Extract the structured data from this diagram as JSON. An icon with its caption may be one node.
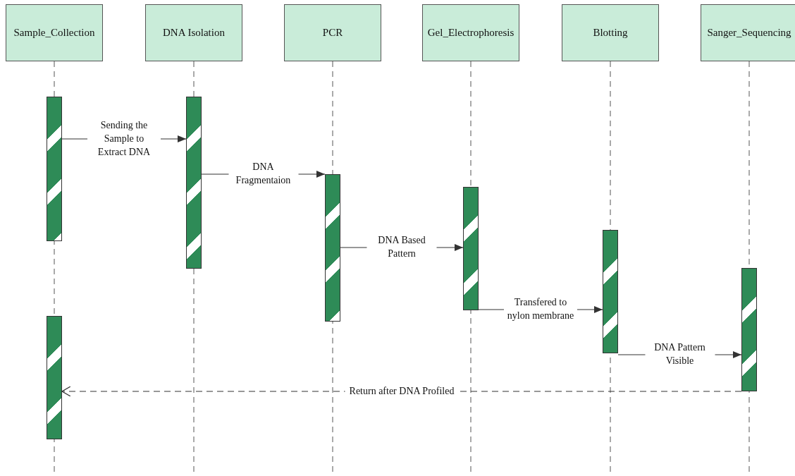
{
  "diagram": {
    "nodes": [
      {
        "text": [
          "Sample_Collection"
        ]
      },
      {
        "text": [
          "DNA Isolation"
        ]
      },
      {
        "text": [
          "PCR"
        ]
      },
      {
        "text": [
          "Gel_Electrophoresis"
        ]
      },
      {
        "text": [
          "Blotting"
        ]
      },
      {
        "text": [
          "Sanger_Sequencing"
        ]
      },
      {
        "text": [],
        "shape": "bar"
      },
      {
        "text": [],
        "shape": "bar"
      },
      {
        "text": [],
        "shape": "bar"
      },
      {
        "text": [],
        "shape": "bar"
      },
      {
        "text": [],
        "shape": "bar"
      },
      {
        "text": [],
        "shape": "bar"
      },
      {
        "text": [],
        "shape": "bar"
      }
    ],
    "edges": [
      {
        "from": 6,
        "to": 7,
        "arrow": "to",
        "label": "Sending the Sample to Extract DNA"
      },
      {
        "from": 7,
        "to": 8,
        "arrow": "to",
        "label": "DNA Fragmentaion"
      },
      {
        "from": 8,
        "to": 9,
        "arrow": "to",
        "label": "DNA Based Pattern"
      },
      {
        "from": 9,
        "to": 10,
        "arrow": "to",
        "label": "Transfered to nylon membrane"
      },
      {
        "from": 10,
        "to": 11,
        "arrow": "to",
        "label": "DNA Pattern Visible"
      },
      {
        "from": 11,
        "to": 12,
        "arrow": "to",
        "label": "Return after DNA Profiled",
        "style": "dashed"
      }
    ]
  }
}
